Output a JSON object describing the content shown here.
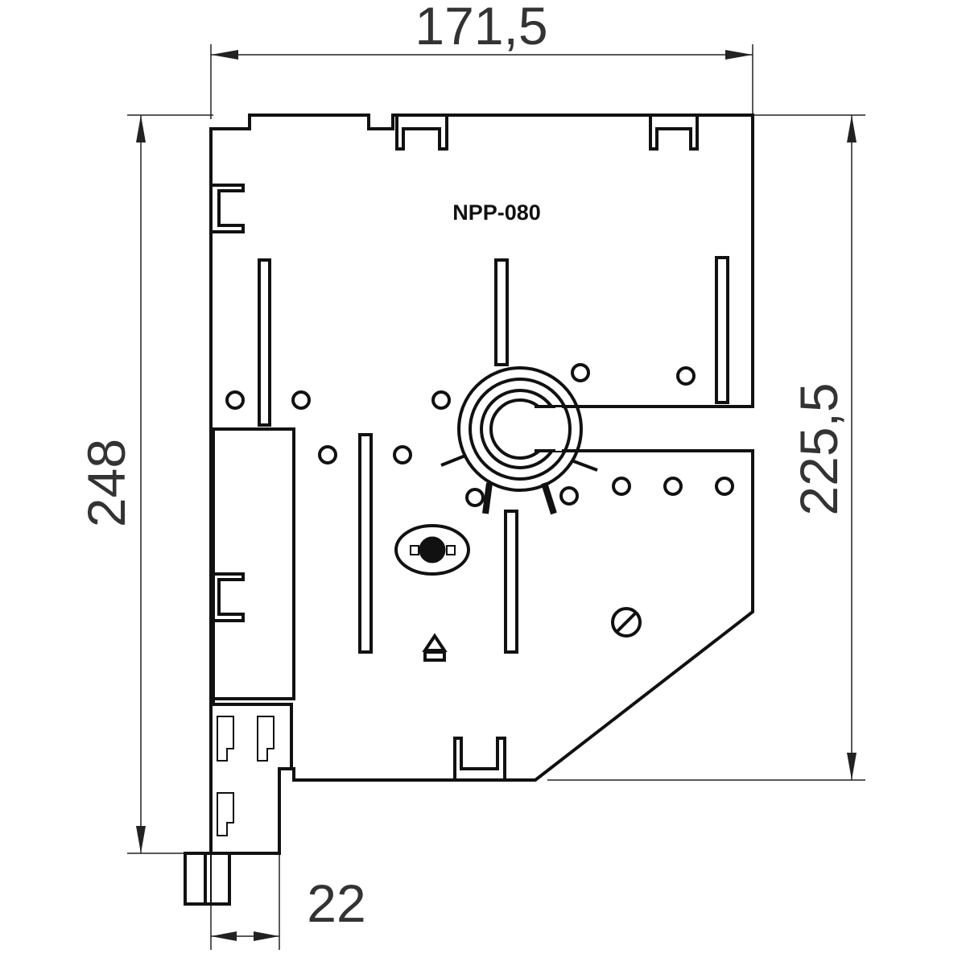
{
  "dimensions": {
    "width": "171,5",
    "height_total": "248",
    "height_body": "225,5",
    "connector_width": "22"
  },
  "model_label": "NPP-080",
  "colors": {
    "line": "#111111",
    "dimension_text": "#333333",
    "background": "#ffffff"
  }
}
